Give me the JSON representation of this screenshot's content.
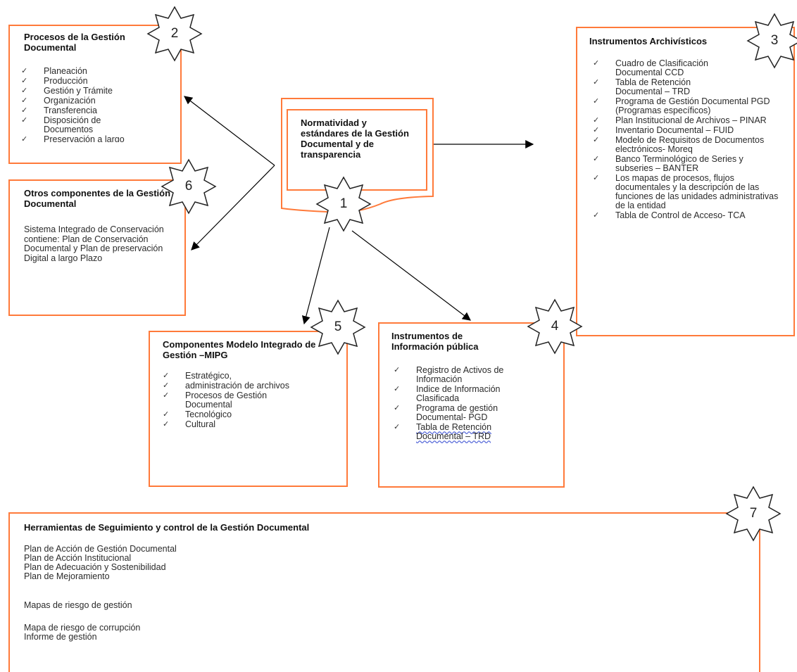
{
  "center": {
    "title": "Normatividad y estándares de la Gestión Documental y de transparencia",
    "badge": "1"
  },
  "procesos": {
    "title": "Procesos de la Gestión Documental",
    "badge": "2",
    "items": [
      "Planeación",
      "Producción",
      "Gestión y Trámite",
      "Organización",
      "Transferencia",
      "Disposición de Documentos",
      "Preservación a largo"
    ]
  },
  "instrumentos_archivisticos": {
    "title": "Instrumentos Archivísticos",
    "badge": "3",
    "items": [
      "Cuadro de Clasificación Documental CCD",
      "Tabla de Retención Documental – TRD",
      "Programa de Gestión Documental PGD (Programas específicos)",
      "Plan Institucional de Archivos – PINAR",
      "Inventario Documental – FUID",
      "Modelo de Requisitos de Documentos electrónicos- Moreq",
      "Banco Terminológico de Series y subseries – BANTER",
      "Los mapas de procesos, flujos documentales y la descripción de las funciones de las unidades administrativas de la entidad",
      "Tabla de Control de Acceso- TCA"
    ]
  },
  "instrumentos_informacion": {
    "title": "Instrumentos de Información pública",
    "badge": "4",
    "items": [
      "Registro de Activos de Información",
      "Indice de Información Clasificada",
      "Programa de gestión Documental- PGD",
      "Tabla de Retención Documental – TRD"
    ]
  },
  "mipg": {
    "title": "Componentes Modelo Integrado de Gestión –MIPG",
    "badge": "5",
    "items": [
      "Estratégico,",
      "administración de archivos",
      "Procesos de Gestión Documental",
      "Tecnológico",
      "Cultural"
    ]
  },
  "otros": {
    "title": "Otros componentes de la Gestión Documental",
    "badge": "6",
    "text": "Sistema Integrado de Conservación contiene: Plan de Conservación Documental y Plan de preservación Digital a largo Plazo"
  },
  "herramientas": {
    "title": "Herramientas de Seguimiento y control de la Gestión Documental",
    "badge": "7",
    "lines": [
      "Plan de Acción de Gestión Documental",
      "Plan de Acción Institucional",
      "Plan de Adecuación y Sostenibilidad",
      "Plan de Mejoramiento",
      "Mapas de riesgo de gestión",
      "Mapa de riesgo de corrupción",
      "Informe de gestión"
    ]
  },
  "check_symbol": "✓",
  "colors": {
    "border": "#ff7a3a",
    "arrow": "#000000",
    "spellcheck": "#5a6cd9"
  }
}
